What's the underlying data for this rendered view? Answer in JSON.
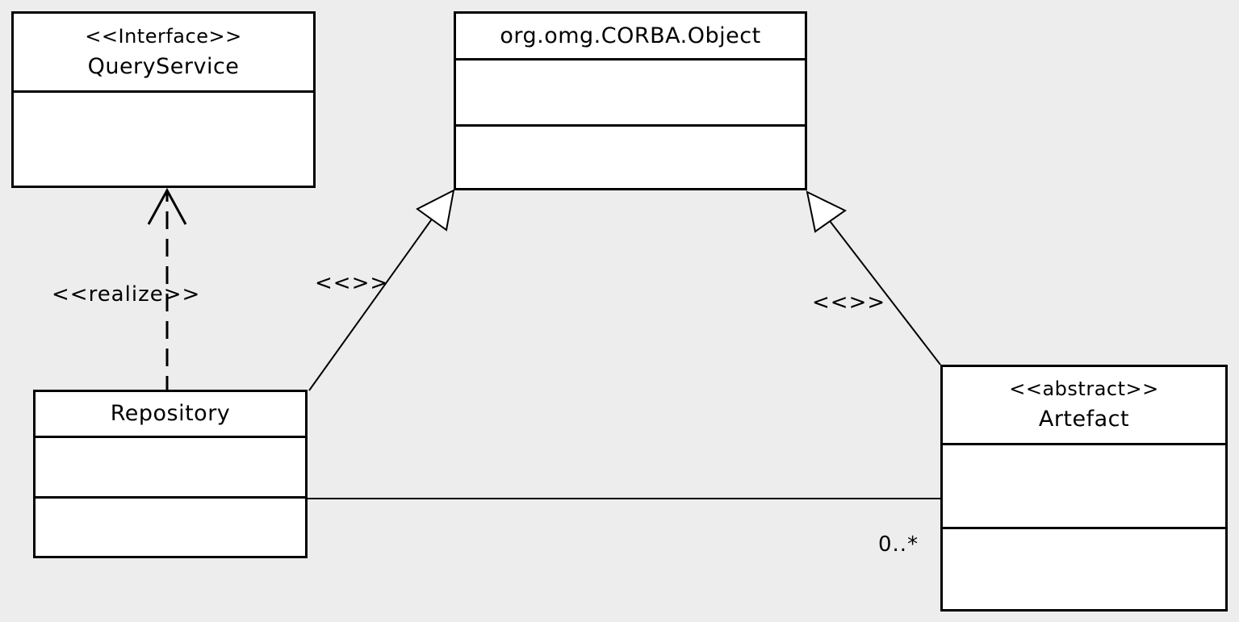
{
  "diagram": {
    "classes": {
      "query_service": {
        "stereotype": "<<Interface>>",
        "name": "QueryService"
      },
      "corba_object": {
        "name": "org.omg.CORBA.Object"
      },
      "repository": {
        "name": "Repository"
      },
      "artefact": {
        "stereotype": "<<abstract>>",
        "name": "Artefact"
      }
    },
    "relations": {
      "realize_label": "<<realize>>",
      "repository_generalization_label": "<<>>",
      "artefact_generalization_label": "<<>>",
      "association_multiplicity": "0..*"
    }
  }
}
